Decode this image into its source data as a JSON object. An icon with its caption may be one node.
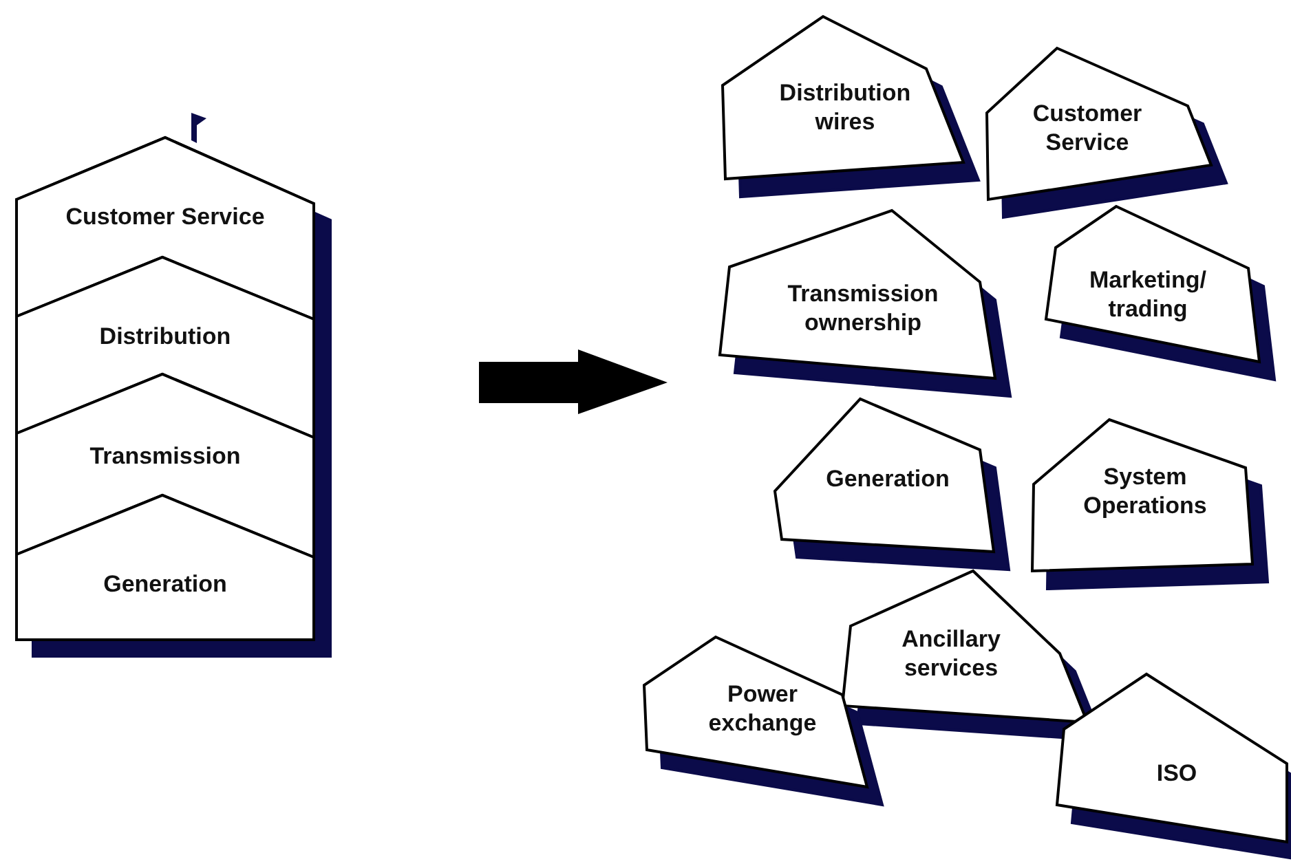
{
  "diagram": {
    "nodes": [
      {
        "text": [],
        "shape": "house"
      },
      {
        "text": [
          "Customer Service"
        ],
        "in": 0
      },
      {
        "text": [
          "Distribution"
        ],
        "in": 0
      },
      {
        "text": [
          "Transmission"
        ],
        "in": 0
      },
      {
        "text": [
          "Generation"
        ],
        "in": 0
      },
      {
        "text": [
          "Distribution wires"
        ]
      },
      {
        "text": [
          "Customer Service"
        ]
      },
      {
        "text": [
          "Transmission ownership"
        ]
      },
      {
        "text": [
          "Marketing/ trading"
        ]
      },
      {
        "text": [
          "Generation"
        ]
      },
      {
        "text": [
          "System Operations"
        ]
      },
      {
        "text": [
          "Ancillary services"
        ]
      },
      {
        "text": [
          "Power exchange"
        ]
      },
      {
        "text": [
          "ISO"
        ]
      }
    ],
    "edges": []
  }
}
